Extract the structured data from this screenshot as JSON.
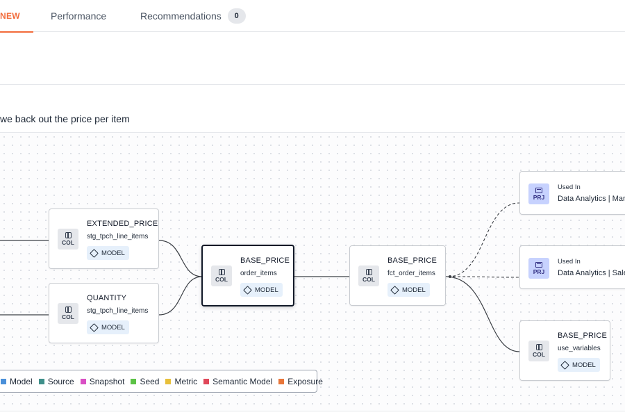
{
  "tabs": {
    "new_label": "NEW",
    "performance_label": "Performance",
    "recommendations_label": "Recommendations",
    "recommendations_count": "0"
  },
  "description": "we back out the price per item",
  "nodes": {
    "extended_price": {
      "title": "EXTENDED_PRICE",
      "model": "stg_tpch_line_items",
      "type_label": "MODEL",
      "icon_label": "COL"
    },
    "quantity": {
      "title": "QUANTITY",
      "model": "stg_tpch_line_items",
      "type_label": "MODEL",
      "icon_label": "COL"
    },
    "base_price_order_items": {
      "title": "BASE_PRICE",
      "model": "order_items",
      "type_label": "MODEL",
      "icon_label": "COL"
    },
    "base_price_fct": {
      "title": "BASE_PRICE",
      "model": "fct_order_items",
      "type_label": "MODEL",
      "icon_label": "COL"
    },
    "used_in_1": {
      "caption": "Used In",
      "name": "Data Analytics | Mar",
      "icon_label": "PRJ"
    },
    "used_in_2": {
      "caption": "Used In",
      "name": "Data Analytics | Sale",
      "icon_label": "PRJ"
    },
    "base_price_use_variables": {
      "title": "BASE_PRICE",
      "model": "use_variables",
      "type_label": "MODEL",
      "icon_label": "COL"
    }
  },
  "legend": [
    {
      "label": "Model",
      "color": "#4a90d9"
    },
    {
      "label": "Source",
      "color": "#3f8f8a"
    },
    {
      "label": "Snapshot",
      "color": "#d94fc4"
    },
    {
      "label": "Seed",
      "color": "#5cc246"
    },
    {
      "label": "Metric",
      "color": "#e8c03a"
    },
    {
      "label": "Semantic Model",
      "color": "#e0485a"
    },
    {
      "label": "Exposure",
      "color": "#e8763a"
    }
  ],
  "colors": {
    "accent": "#f26b3a",
    "project": "#c7d2fe",
    "model_pill": "#e6f0fb"
  }
}
